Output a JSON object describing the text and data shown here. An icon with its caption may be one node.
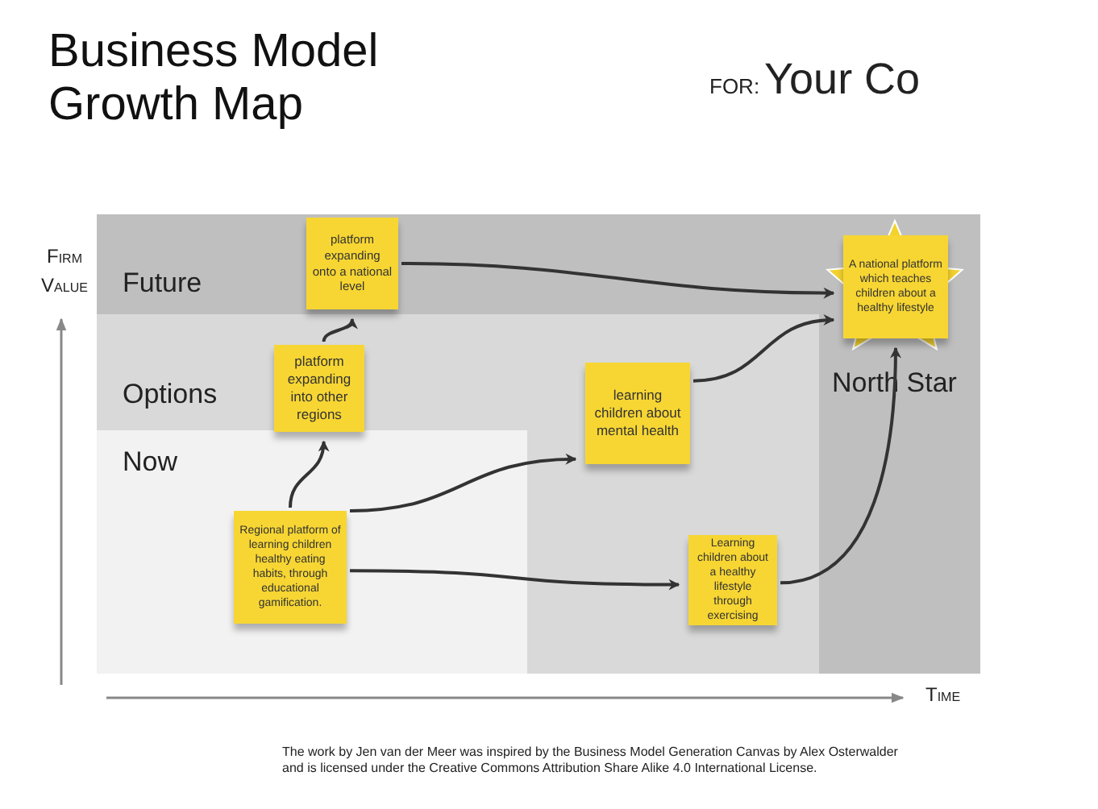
{
  "diagram": {
    "title": "Business Model Growth Map",
    "caption": "The work by Jen van der Meer was inspired by the Business Model Generation Canvas by Alex Osterwalder and is licensed under the Creative Commons Attribution Share Alike 4.0 International License.",
    "nodes": [
      {
        "text": [
          "Future"
        ]
      },
      {
        "text": [
          "Options"
        ],
        "in": 0
      },
      {
        "text": [
          "Now"
        ],
        "in": 1
      },
      {
        "text": [
          "Regional platform of learning children healthy eating habits, through educational gamification."
        ],
        "in": 2
      },
      {
        "text": [
          "platform expanding into other regions"
        ],
        "in": 1
      },
      {
        "text": [
          "platform expanding onto a national level"
        ],
        "in": 0
      },
      {
        "text": [
          "learning children about mental health"
        ],
        "in": 1
      },
      {
        "text": [
          "Learning children about a healthy lifestyle through exercising"
        ],
        "in": 1
      },
      {
        "text": [
          "A national platform which teaches children about a healthy lifestyle"
        ],
        "in": 0
      }
    ],
    "edges": [
      {
        "from": 3,
        "to": 4,
        "arrow": "to"
      },
      {
        "from": 4,
        "to": 5,
        "arrow": "to"
      },
      {
        "from": 5,
        "to": 8,
        "arrow": "to"
      },
      {
        "from": 3,
        "to": 6,
        "arrow": "to"
      },
      {
        "from": 3,
        "to": 7,
        "arrow": "to"
      },
      {
        "from": 6,
        "to": 8,
        "arrow": "to"
      },
      {
        "from": 7,
        "to": 8,
        "arrow": "to"
      }
    ],
    "labels": [
      "FOR:",
      "Your Co",
      "Firm Value",
      "North Star",
      "Time"
    ]
  }
}
